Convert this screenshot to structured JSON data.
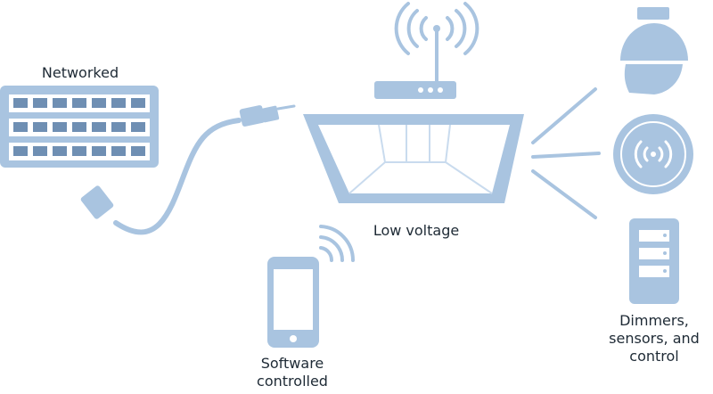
{
  "labels": {
    "networked": "Networked",
    "low_voltage": "Low voltage",
    "software_line1": "Software",
    "software_line2": "controlled",
    "dimmers_line1": "Dimmers,",
    "dimmers_line2": "sensors, and",
    "dimmers_line3": "control"
  },
  "colors": {
    "fill": "#a9c4e0",
    "stroke": "#a9c4e0",
    "dark": "#6f8fb3",
    "text": "#1e2a35"
  },
  "icons": [
    "network-switch-icon",
    "ethernet-cable-icon",
    "light-fixture-icon",
    "wifi-router-icon",
    "smartphone-icon",
    "dome-camera-icon",
    "sensor-icon",
    "controller-icon"
  ]
}
